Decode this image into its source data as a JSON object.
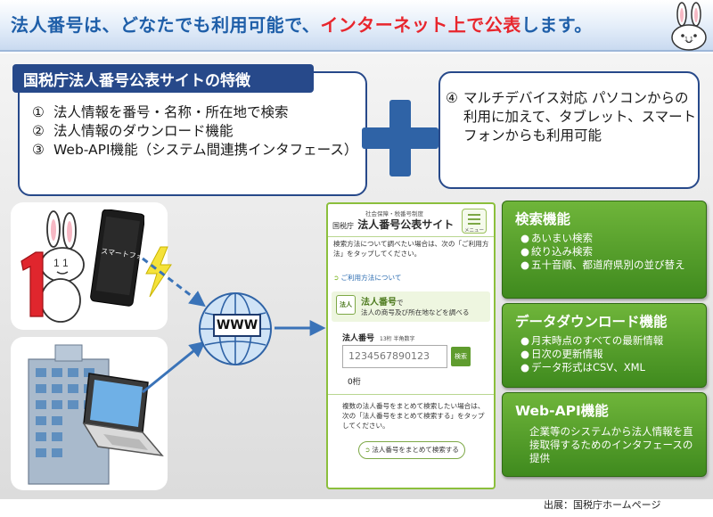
{
  "header": {
    "title_part1": "法人番号は、どなたでも利用可能で、",
    "title_part2": "インターネット上で公表",
    "title_part3": "します。"
  },
  "features": {
    "heading": "国税庁法人番号公表サイトの特徴",
    "items": [
      {
        "num": "①",
        "text": "法人情報を番号・名称・所在地で検索"
      },
      {
        "num": "②",
        "text": "法人情報のダウンロード機能"
      },
      {
        "num": "③",
        "text": "Web-API機能（システム間連携インタフェース）"
      }
    ]
  },
  "multidevice": {
    "num": "④",
    "text": "マルチデバイス対応 パソコンからの利用に加えて、タブレット、スマートフォンからも利用可能"
  },
  "illustration": {
    "phone_label": "スマートフォン",
    "www_label": "WWW"
  },
  "site": {
    "logo_sub": "社会保障・税番号制度",
    "logo_small": "国税庁",
    "logo_main": "法人番号公表サイト",
    "menu_label": "メニュー",
    "desc": "検索方法について調べたい場合は、次の「ご利用方法」をタップしてください。",
    "link": "ご利用方法について",
    "card_icon": "法人",
    "card_title": "法人番号",
    "card_title_de": "で",
    "card_sub": "法人の商号及び所在地などを調べる",
    "field_label": "法人番号",
    "field_hint": "13桁 半角数字",
    "input_placeholder": "1234567890123",
    "search_button": "検索",
    "count": "0桁",
    "bulk_desc": "複数の法人番号をまとめて検索したい場合は、次の「法人番号をまとめて検索する」をタップしてください。",
    "bulk_button": "法人番号をまとめて検索する"
  },
  "functions": {
    "search": {
      "title": "検索機能",
      "items": [
        "あいまい検索",
        "絞り込み検索",
        "五十音順、都道府県別の並び替え"
      ]
    },
    "download": {
      "title": "データダウンロード機能",
      "items": [
        "月末時点のすべての最新情報",
        "日次の更新情報",
        "データ形式はCSV、XML"
      ]
    },
    "webapi": {
      "title": "Web-API機能",
      "text": "企業等のシステムから法人情報を直接取得するためのインタフェースの提供"
    }
  },
  "source": "出展：国税庁ホームページ",
  "colors": {
    "header_blue": "#1f5fa9",
    "header_red": "#e8262d",
    "navy": "#27498a",
    "green": "#4f9a26",
    "plus_blue": "#2f63a6"
  }
}
